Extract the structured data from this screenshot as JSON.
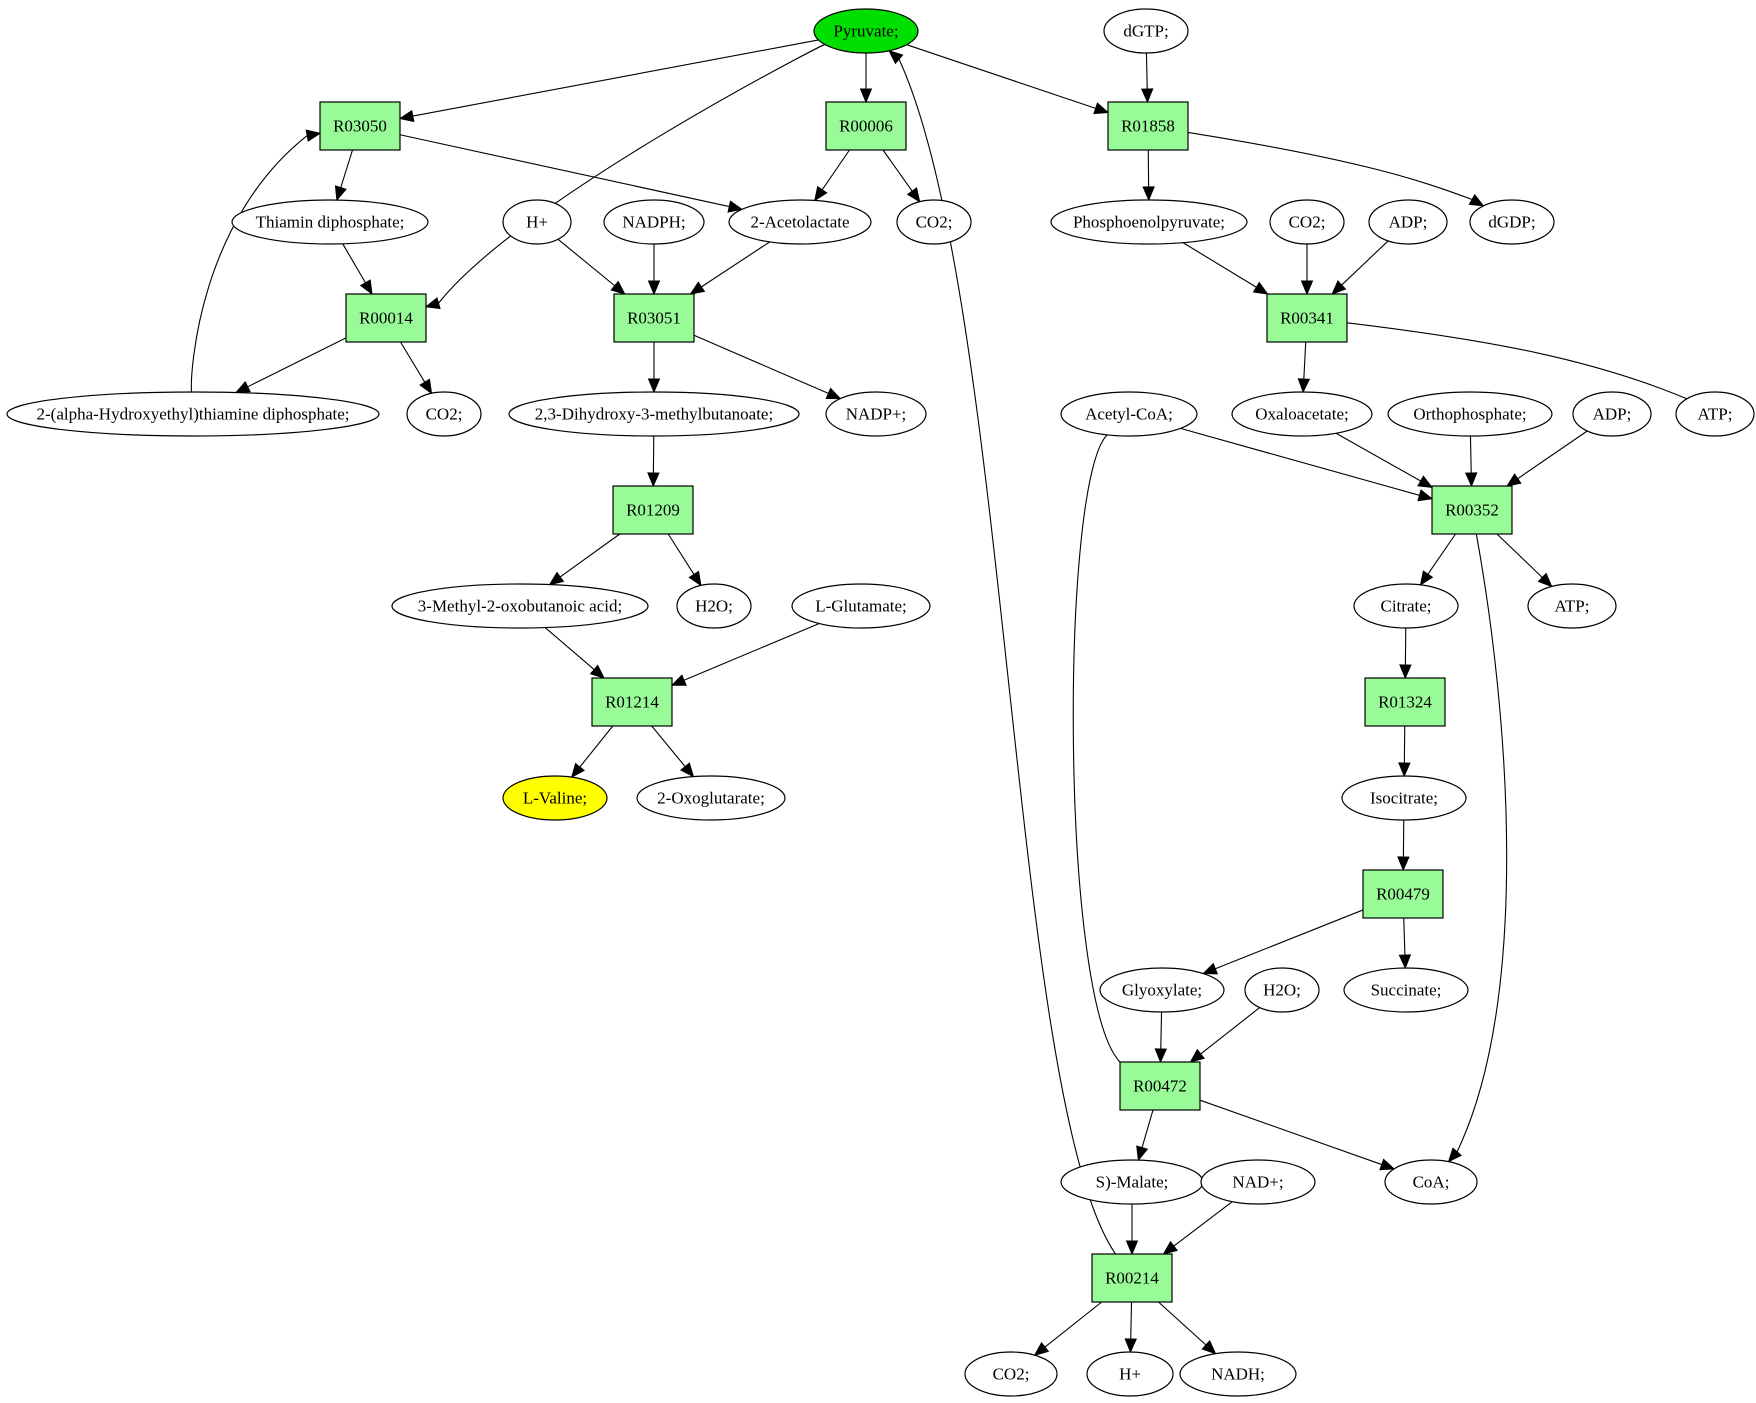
{
  "title": "Metabolic pathway graph: Pyruvate to L-Valine",
  "colors": {
    "reaction_fill": "#98fb98",
    "compound_fill": "#ffffff",
    "start_fill": "#00e000",
    "target_fill": "#ffff00",
    "stroke": "#000000"
  },
  "nodes": [
    {
      "id": "pyruvate",
      "label": "Pyruvate;",
      "kind": "start"
    },
    {
      "id": "dgtp",
      "label": "dGTP;",
      "kind": "compound"
    },
    {
      "id": "R03050",
      "label": "R03050",
      "kind": "reaction"
    },
    {
      "id": "R00006",
      "label": "R00006",
      "kind": "reaction"
    },
    {
      "id": "R01858",
      "label": "R01858",
      "kind": "reaction"
    },
    {
      "id": "thiamin_dp",
      "label": "Thiamin diphosphate;",
      "kind": "compound"
    },
    {
      "id": "hplus1",
      "label": "H+",
      "kind": "compound"
    },
    {
      "id": "nadph",
      "label": "NADPH;",
      "kind": "compound"
    },
    {
      "id": "acetolactate",
      "label": "2-Acetolactate",
      "kind": "compound"
    },
    {
      "id": "co2_a",
      "label": "CO2;",
      "kind": "compound"
    },
    {
      "id": "pep",
      "label": "Phosphoenolpyruvate;",
      "kind": "compound"
    },
    {
      "id": "co2_b",
      "label": "CO2;",
      "kind": "compound"
    },
    {
      "id": "adp_a",
      "label": "ADP;",
      "kind": "compound"
    },
    {
      "id": "dgdp",
      "label": "dGDP;",
      "kind": "compound"
    },
    {
      "id": "R00014",
      "label": "R00014",
      "kind": "reaction"
    },
    {
      "id": "R03051",
      "label": "R03051",
      "kind": "reaction"
    },
    {
      "id": "R00341",
      "label": "R00341",
      "kind": "reaction"
    },
    {
      "id": "hetdp",
      "label": "2-(alpha-Hydroxyethyl)thiamine diphosphate;",
      "kind": "compound"
    },
    {
      "id": "co2_c",
      "label": "CO2;",
      "kind": "compound"
    },
    {
      "id": "dihydroxy",
      "label": "2,3-Dihydroxy-3-methylbutanoate;",
      "kind": "compound"
    },
    {
      "id": "nadpplus",
      "label": "NADP+;",
      "kind": "compound"
    },
    {
      "id": "acetylcoa",
      "label": "Acetyl-CoA;",
      "kind": "compound"
    },
    {
      "id": "oxaloacetate",
      "label": "Oxaloacetate;",
      "kind": "compound"
    },
    {
      "id": "orthophosphate",
      "label": "Orthophosphate;",
      "kind": "compound"
    },
    {
      "id": "adp_b",
      "label": "ADP;",
      "kind": "compound"
    },
    {
      "id": "atp_a",
      "label": "ATP;",
      "kind": "compound"
    },
    {
      "id": "R01209",
      "label": "R01209",
      "kind": "reaction"
    },
    {
      "id": "R00352",
      "label": "R00352",
      "kind": "reaction"
    },
    {
      "id": "methyloxo",
      "label": "3-Methyl-2-oxobutanoic acid;",
      "kind": "compound"
    },
    {
      "id": "h2o_a",
      "label": "H2O;",
      "kind": "compound"
    },
    {
      "id": "glutamate",
      "label": "L-Glutamate;",
      "kind": "compound"
    },
    {
      "id": "citrate",
      "label": "Citrate;",
      "kind": "compound"
    },
    {
      "id": "atp_b",
      "label": "ATP;",
      "kind": "compound"
    },
    {
      "id": "R01214",
      "label": "R01214",
      "kind": "reaction"
    },
    {
      "id": "R01324",
      "label": "R01324",
      "kind": "reaction"
    },
    {
      "id": "valine",
      "label": "L-Valine;",
      "kind": "target"
    },
    {
      "id": "oxoglutarate",
      "label": "2-Oxoglutarate;",
      "kind": "compound"
    },
    {
      "id": "isocitrate",
      "label": "Isocitrate;",
      "kind": "compound"
    },
    {
      "id": "R00479",
      "label": "R00479",
      "kind": "reaction"
    },
    {
      "id": "glyoxylate",
      "label": "Glyoxylate;",
      "kind": "compound"
    },
    {
      "id": "h2o_b",
      "label": "H2O;",
      "kind": "compound"
    },
    {
      "id": "succinate",
      "label": "Succinate;",
      "kind": "compound"
    },
    {
      "id": "R00472",
      "label": "R00472",
      "kind": "reaction"
    },
    {
      "id": "malate",
      "label": "S)-Malate;",
      "kind": "compound"
    },
    {
      "id": "nadplus",
      "label": "NAD+;",
      "kind": "compound"
    },
    {
      "id": "coa",
      "label": "CoA;",
      "kind": "compound"
    },
    {
      "id": "R00214",
      "label": "R00214",
      "kind": "reaction"
    },
    {
      "id": "co2_d",
      "label": "CO2;",
      "kind": "compound"
    },
    {
      "id": "hplus2",
      "label": "H+",
      "kind": "compound"
    },
    {
      "id": "nadh",
      "label": "NADH;",
      "kind": "compound"
    }
  ],
  "edges": [
    {
      "from": "pyruvate",
      "to": "R03050"
    },
    {
      "from": "pyruvate",
      "to": "R00014"
    },
    {
      "from": "pyruvate",
      "to": "R00006"
    },
    {
      "from": "pyruvate",
      "to": "R01858"
    },
    {
      "from": "dgtp",
      "to": "R01858"
    },
    {
      "from": "R03050",
      "to": "thiamin_dp"
    },
    {
      "from": "R03050",
      "to": "acetolactate"
    },
    {
      "from": "R00006",
      "to": "acetolactate"
    },
    {
      "from": "R00006",
      "to": "co2_a"
    },
    {
      "from": "R01858",
      "to": "pep"
    },
    {
      "from": "R01858",
      "to": "dgdp"
    },
    {
      "from": "thiamin_dp",
      "to": "R00014"
    },
    {
      "from": "hplus1",
      "to": "R03051"
    },
    {
      "from": "nadph",
      "to": "R03051"
    },
    {
      "from": "acetolactate",
      "to": "R03051"
    },
    {
      "from": "pep",
      "to": "R00341"
    },
    {
      "from": "co2_b",
      "to": "R00341"
    },
    {
      "from": "adp_a",
      "to": "R00341"
    },
    {
      "from": "R00014",
      "to": "hetdp"
    },
    {
      "from": "R00014",
      "to": "co2_c"
    },
    {
      "from": "hetdp",
      "to": "R03050"
    },
    {
      "from": "R03051",
      "to": "dihydroxy"
    },
    {
      "from": "R03051",
      "to": "nadpplus"
    },
    {
      "from": "R00341",
      "to": "oxaloacetate"
    },
    {
      "from": "R00341",
      "to": "atp_a"
    },
    {
      "from": "dihydroxy",
      "to": "R01209"
    },
    {
      "from": "acetylcoa",
      "to": "R00352"
    },
    {
      "from": "acetylcoa",
      "to": "R00472"
    },
    {
      "from": "oxaloacetate",
      "to": "R00352"
    },
    {
      "from": "orthophosphate",
      "to": "R00352"
    },
    {
      "from": "adp_b",
      "to": "R00352"
    },
    {
      "from": "R01209",
      "to": "methyloxo"
    },
    {
      "from": "R01209",
      "to": "h2o_a"
    },
    {
      "from": "R00352",
      "to": "citrate"
    },
    {
      "from": "R00352",
      "to": "atp_b"
    },
    {
      "from": "R00352",
      "to": "coa"
    },
    {
      "from": "methyloxo",
      "to": "R01214"
    },
    {
      "from": "glutamate",
      "to": "R01214"
    },
    {
      "from": "citrate",
      "to": "R01324"
    },
    {
      "from": "R01214",
      "to": "valine"
    },
    {
      "from": "R01214",
      "to": "oxoglutarate"
    },
    {
      "from": "R01324",
      "to": "isocitrate"
    },
    {
      "from": "isocitrate",
      "to": "R00479"
    },
    {
      "from": "R00479",
      "to": "glyoxylate"
    },
    {
      "from": "R00479",
      "to": "succinate"
    },
    {
      "from": "glyoxylate",
      "to": "R00472"
    },
    {
      "from": "h2o_b",
      "to": "R00472"
    },
    {
      "from": "R00472",
      "to": "malate"
    },
    {
      "from": "R00472",
      "to": "coa"
    },
    {
      "from": "malate",
      "to": "R00214"
    },
    {
      "from": "nadplus",
      "to": "R00214"
    },
    {
      "from": "R00214",
      "to": "pyruvate"
    },
    {
      "from": "R00214",
      "to": "co2_d"
    },
    {
      "from": "R00214",
      "to": "hplus2"
    },
    {
      "from": "R00214",
      "to": "nadh"
    }
  ]
}
